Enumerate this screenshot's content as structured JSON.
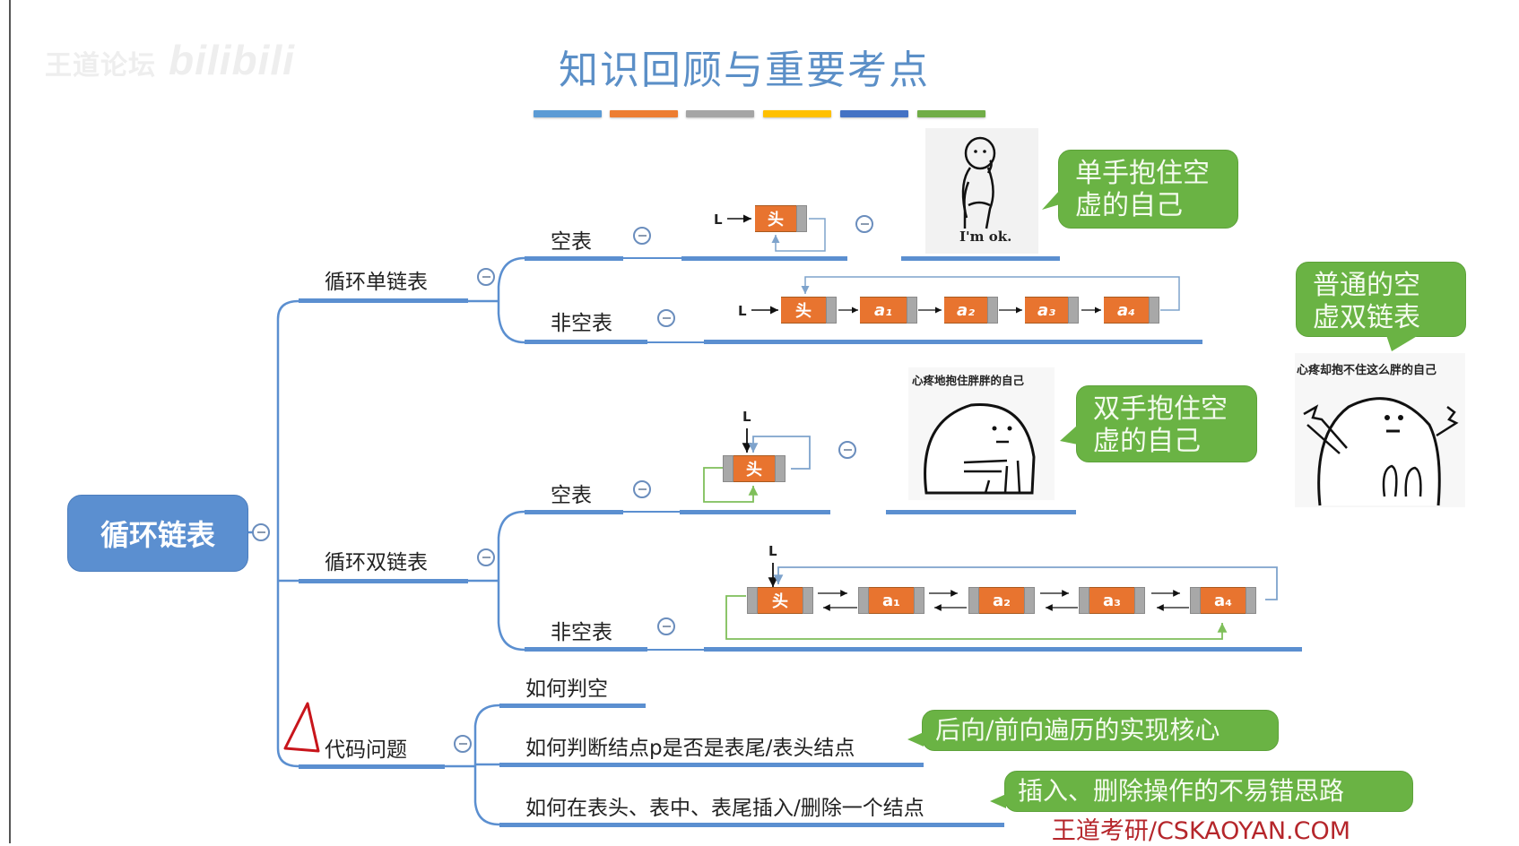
{
  "watermark": {
    "text": "王道论坛",
    "logo": "bilibili"
  },
  "title": "知识回顾与重要考点",
  "title_bars": [
    {
      "color": "#5b9bd5"
    },
    {
      "color": "#ed7d31"
    },
    {
      "color": "#a5a5a5"
    },
    {
      "color": "#ffc000"
    },
    {
      "color": "#4472c4"
    },
    {
      "color": "#70ad47"
    }
  ],
  "mindmap": {
    "root": {
      "label": "循环链表"
    },
    "branches": [
      {
        "label": "循环单链表",
        "children": [
          {
            "label": "空表",
            "diagram": {
              "pointer": "L",
              "nodes": [
                "头"
              ]
            }
          },
          {
            "label": "非空表",
            "diagram": {
              "pointer": "L",
              "nodes": [
                "头",
                "a1",
                "a2",
                "a3",
                "a4"
              ]
            }
          }
        ]
      },
      {
        "label": "循环双链表",
        "children": [
          {
            "label": "空表",
            "diagram": {
              "pointer": "L",
              "nodes": [
                "头"
              ]
            }
          },
          {
            "label": "非空表",
            "diagram": {
              "pointer": "L",
              "nodes": [
                "头",
                "a1",
                "a2",
                "a3",
                "a4"
              ]
            }
          }
        ]
      },
      {
        "label": "代码问题",
        "marker": "red-triangle",
        "children": [
          {
            "label": "如何判空"
          },
          {
            "label": "如何判断结点p是否是表尾/表头结点"
          },
          {
            "label": "如何在表头、表中、表尾插入/删除一个结点"
          }
        ]
      }
    ]
  },
  "callouts": {
    "single_empty": "单手抱住空\n虚的自己",
    "double_normal": "普通的空\n虚双链表",
    "double_empty": "双手抱住空\n虚的自己",
    "tail_check": "后向/前向遍历的实现核心",
    "insert_delete": "插入、删除操作的不易错思路"
  },
  "memes": {
    "im_ok": "I'm ok.",
    "hug_fat": "心疼地抱住胖胖的自己",
    "cant_hug": "心疼却抱不住这么胖的自己"
  },
  "node_labels": {
    "head": "头",
    "a1": "a₁",
    "a2": "a₂",
    "a3": "a₃",
    "a4": "a₄",
    "pointer": "L"
  },
  "footer_watermark": "王道考研/CSKAOYAN.COM"
}
